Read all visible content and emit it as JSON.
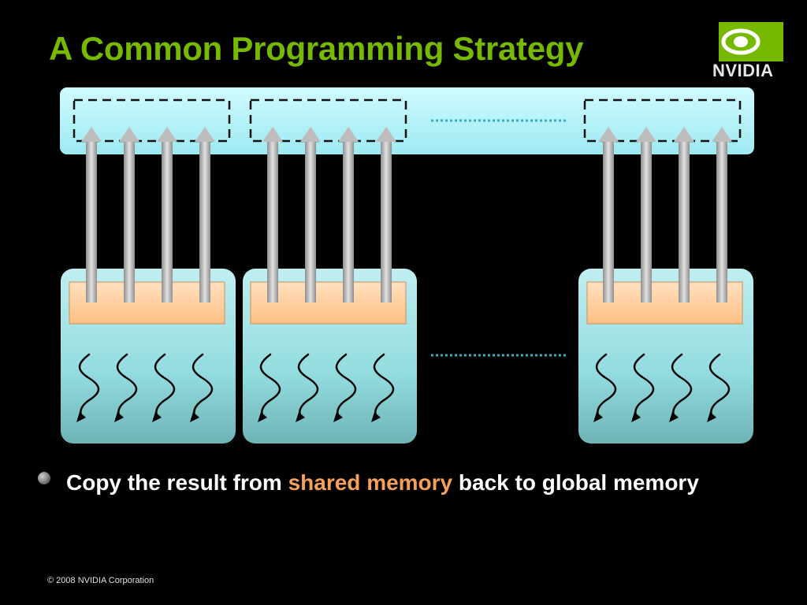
{
  "slide": {
    "title": "A Common Programming Strategy",
    "bullet": {
      "before": "Copy the result from ",
      "highlight": "shared memory",
      "after": " back to global memory"
    },
    "footer": "© 2008 NVIDIA Corporation"
  },
  "logo": {
    "text": "NVIDIA"
  },
  "colors": {
    "title": "#76b900",
    "highlight": "#f5a05a",
    "memory_bar": "#aef4ff",
    "block": "#92dcdf",
    "shared_memory": "#ffcc99"
  }
}
